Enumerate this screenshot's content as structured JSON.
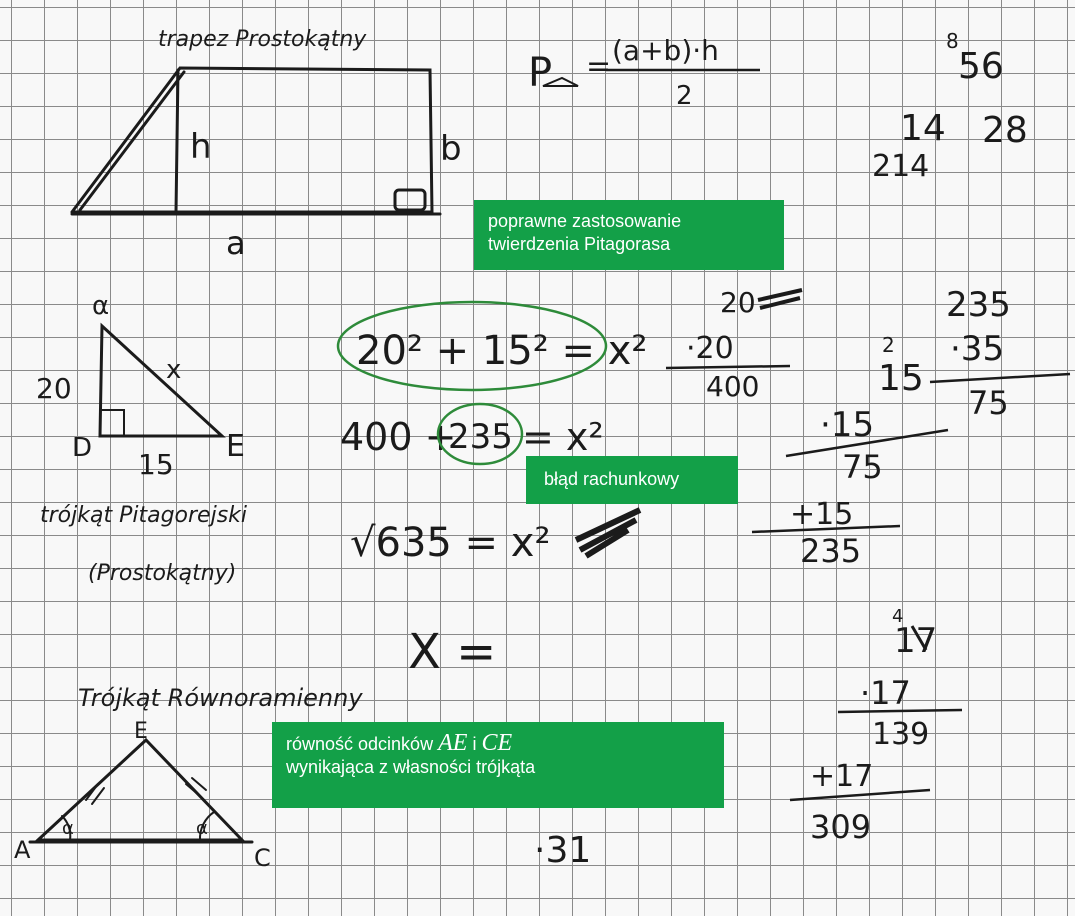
{
  "notebook": {
    "trapezoid": {
      "title": "trapez Prostokątny",
      "label_h": "h",
      "label_b": "b",
      "label_a": "a"
    },
    "formula": {
      "lhs": "P",
      "eq": "=",
      "numerator": "(a+b)·h",
      "denominator": "2"
    },
    "topright_calc": {
      "carry": "8",
      "line1": "56",
      "line2": "14",
      "line3": "28",
      "line4": "214"
    },
    "triangle1": {
      "vertex_top": "α",
      "vertex_b": "D",
      "vertex_e": "E",
      "side_left": "20",
      "side_bottom": "15",
      "hyp": "x",
      "caption1": "trójkąt Pitagorejski",
      "caption2": "(Prostokątny)"
    },
    "equations": {
      "eq1": "20² + 15² = x²",
      "eq2_a": "400 +",
      "eq2_b": "235",
      "eq2_c": "= x²",
      "eq3": "√635 = x²",
      "eq4": "X ="
    },
    "calc_20": {
      "top": "20",
      "mult": "·20",
      "result": "400"
    },
    "calc_15": {
      "carry": "2",
      "top": "15",
      "mult": "·15",
      "partial": "75",
      "plus": "+15",
      "result": "235"
    },
    "calc_35": {
      "top": "235",
      "mult": "·35",
      "result": "75"
    },
    "calc_17": {
      "carry": "4",
      "top": "17",
      "mult": "·17",
      "partial": "139",
      "plus": "+17",
      "result": "309"
    },
    "scribble_bottom": "·31",
    "triangle2": {
      "title": "Trójkąt Równoramienny",
      "vertex_e": "E",
      "vertex_a": "A",
      "vertex_c": "C",
      "angle": "α"
    }
  },
  "annotations": {
    "pythagoras": {
      "line1": "poprawne zastosowanie",
      "line2": "twierdzenia Pitagorasa"
    },
    "error": {
      "text": "błąd rachunkowy"
    },
    "equality": {
      "prefix": "równość odcinków",
      "seg1": "AE",
      "conj": "i",
      "seg2": "CE",
      "line2": "wynikająca z własności trójkąta"
    }
  },
  "colors": {
    "annotation_bg": "#13a048",
    "circle": "#2e8b3a",
    "ink": "#1b1b1b"
  }
}
